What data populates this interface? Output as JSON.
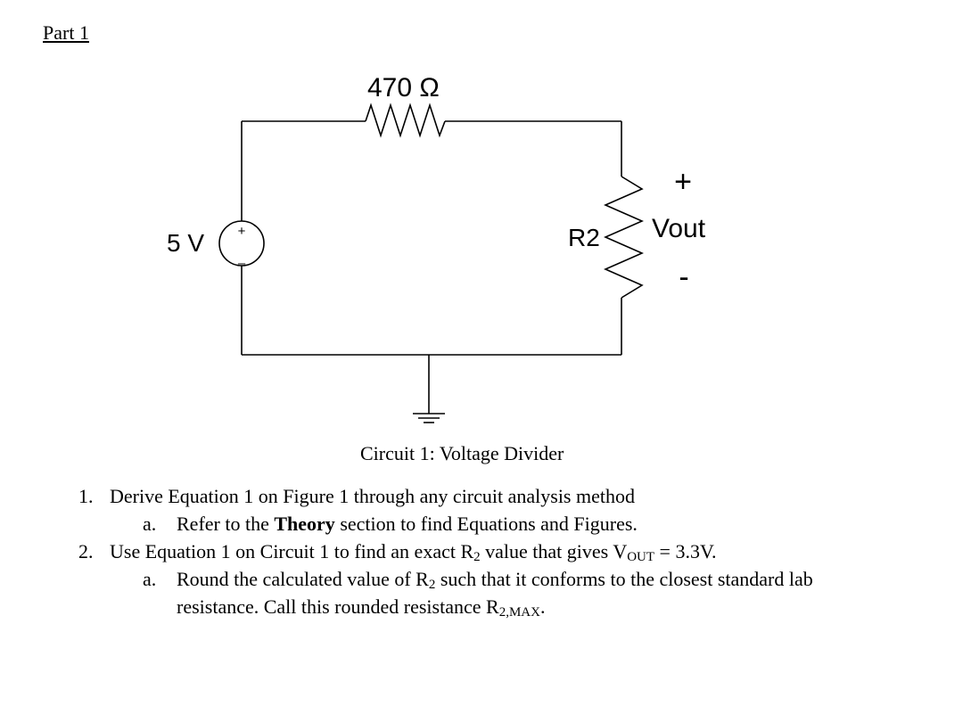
{
  "part_heading": "Part 1",
  "circuit": {
    "resistor1_label": "470 Ω",
    "source_label": "5 V",
    "source_plus": "+",
    "source_minus": "–",
    "resistor2_label": "R2",
    "vout_plus": "+",
    "vout_label": "Vout",
    "vout_minus": "-"
  },
  "caption": "Circuit 1: Voltage Divider",
  "instructions": {
    "item1": {
      "number": "1.",
      "text": "Derive Equation 1 on Figure 1 through any circuit analysis method",
      "sub_a": {
        "letter": "a.",
        "pre": "Refer to the ",
        "bold": "Theory",
        "post": " section to find Equations and Figures."
      }
    },
    "item2": {
      "number": "2.",
      "pre": "Use Equation 1 on Circuit 1 to find an exact R",
      "sub1": "2",
      "mid": " value that gives V",
      "sub2": "OUT",
      "post": " = 3.3V.",
      "sub_a": {
        "letter": "a.",
        "line1_pre": "Round the calculated value of R",
        "line1_sub": "2",
        "line1_post": " such that it conforms to the closest standard lab",
        "line2_pre": "resistance. Call this rounded resistance R",
        "line2_sub": "2,MAX",
        "line2_post": "."
      }
    }
  }
}
